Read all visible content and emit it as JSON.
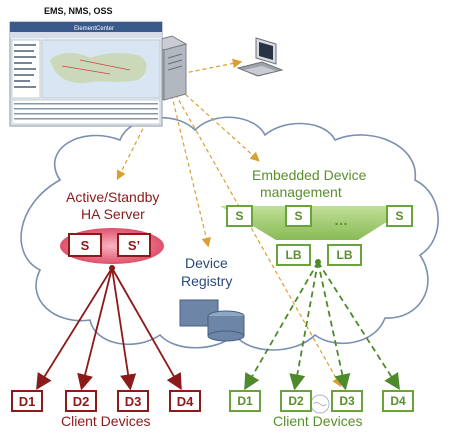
{
  "header": {
    "title": "EMS, NMS, OSS"
  },
  "screenshot": {
    "app_name": "ElementCenter"
  },
  "ha_server": {
    "title_line1": "Active/Standby",
    "title_line2": "HA Server",
    "primary": "S",
    "standby": "S’"
  },
  "registry": {
    "line1": "Device",
    "line2": "Registry"
  },
  "embedded": {
    "line1": "Embedded Device",
    "line2": "management",
    "servers": [
      "S",
      "S",
      "S"
    ],
    "ellipsis": "…",
    "lbs": [
      "LB",
      "LB"
    ]
  },
  "client_left": {
    "devices": [
      "D1",
      "D2",
      "D3",
      "D4"
    ],
    "label": "Client Devices"
  },
  "client_right": {
    "devices": [
      "D1",
      "D2",
      "D3",
      "D4"
    ],
    "label": "Client Devices"
  },
  "colors": {
    "red": "#8b1a1a",
    "pink": "#e8607a",
    "green": "#6aa33a",
    "orange": "#d9a030",
    "cloud_stroke": "#7b8fb0"
  }
}
